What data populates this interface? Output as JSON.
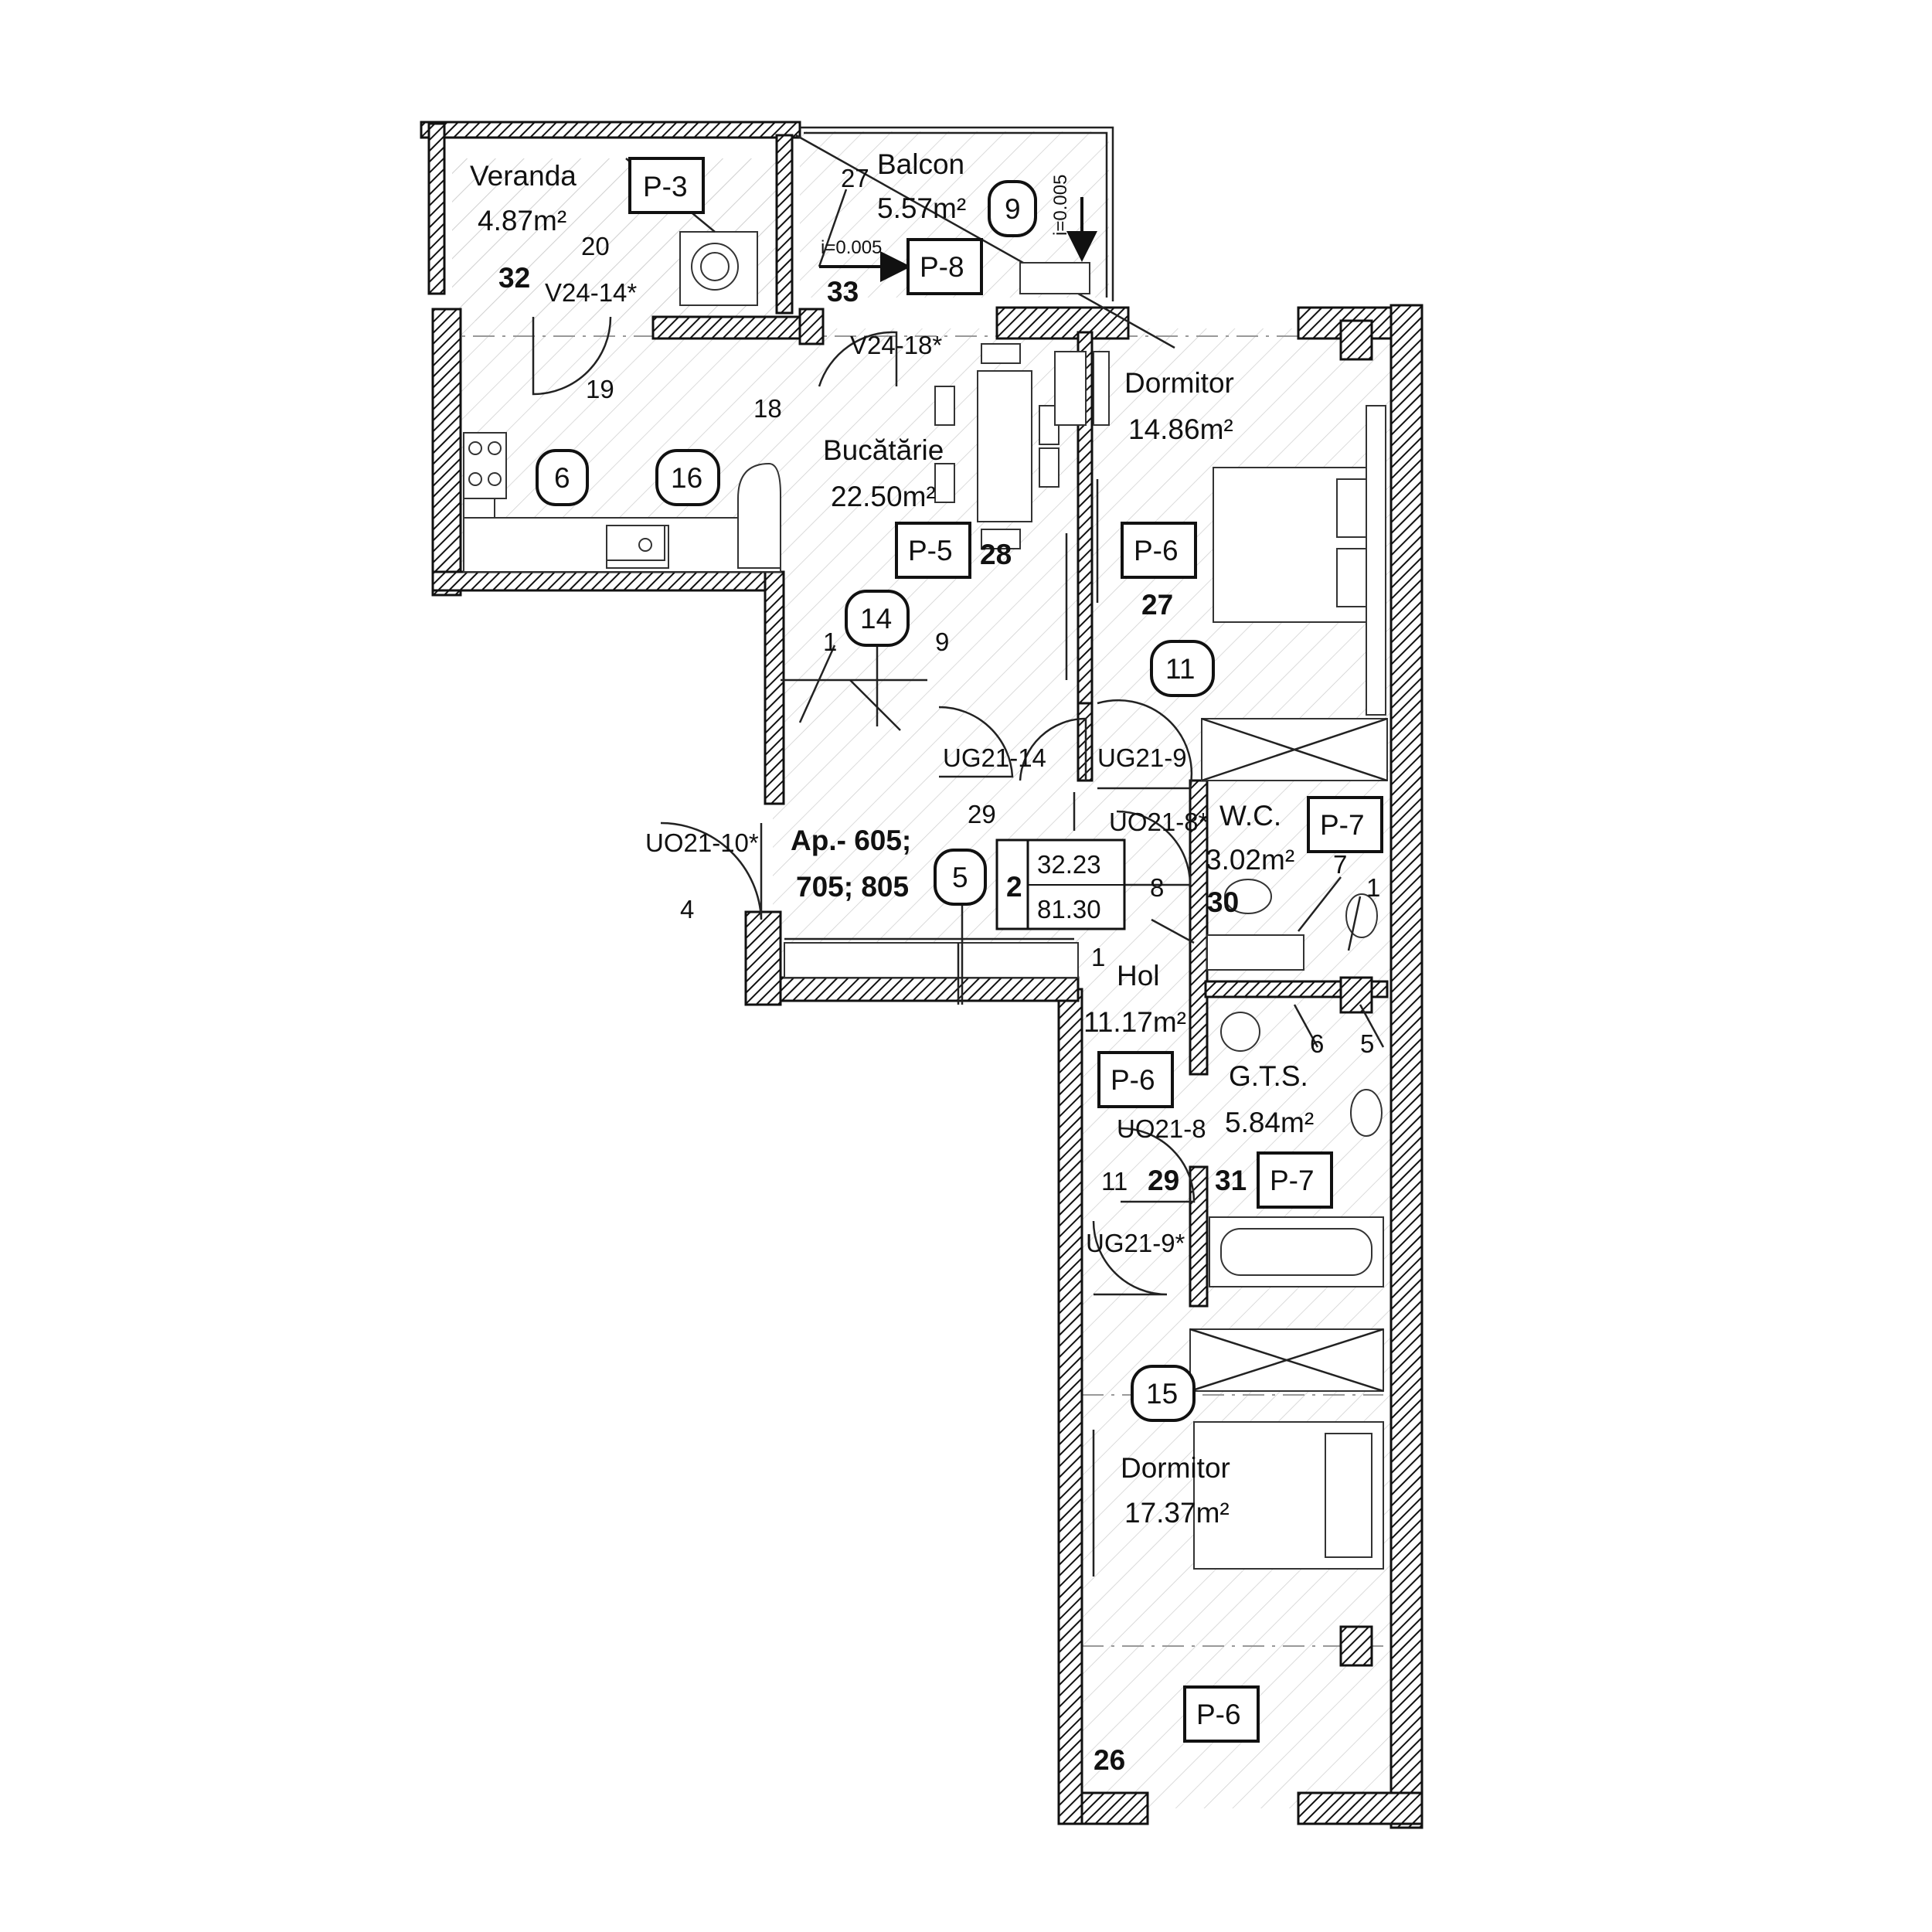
{
  "rooms": {
    "veranda": {
      "name": "Veranda",
      "area": "4.87m²"
    },
    "balcon": {
      "name": "Balcon",
      "area": "5.57m²"
    },
    "bucatarie": {
      "name": "Bucătărie",
      "area": "22.50m²"
    },
    "dormitor1": {
      "name": "Dormitor",
      "area": "14.86m²"
    },
    "wc": {
      "name": "W.C.",
      "area": "3.02m²"
    },
    "hol": {
      "name": "Hol",
      "area": "11.17m²"
    },
    "gts": {
      "name": "G.T.S.",
      "area": "5.84m²"
    },
    "dormitor2": {
      "name": "Dormitor",
      "area": "17.37m²"
    }
  },
  "apartment": {
    "line1": "Ap.- 605;",
    "line2": "705; 805",
    "rooms_count": "2",
    "living_area": "32.23",
    "total_area": "81.30"
  },
  "floor_tags": {
    "p3": "P-3",
    "p8": "P-8",
    "p5": "P-5",
    "p6a": "P-6",
    "p6b": "P-6",
    "p6c": "P-6",
    "p7a": "P-7",
    "p7b": "P-7"
  },
  "circle_tags": {
    "c9": "9",
    "c6": "6",
    "c16": "16",
    "c14": "14",
    "c11": "11",
    "c5": "5",
    "c15": "15"
  },
  "door_labels": {
    "v24_14": "V24-14*",
    "v24_18": "V24-18*",
    "ug21_14": "UG21-14",
    "ug21_9": "UG21-9",
    "uo21_10": "UO21-10*",
    "uo21_8s": "UO21-8*",
    "uo21_8": "UO21-8",
    "ug21_9s": "UG21-9*"
  },
  "slopes": {
    "slope_a": "i=0.005",
    "slope_b": "i=0.005"
  },
  "bold_numbers": {
    "n32": "32",
    "n33": "33",
    "n28": "28",
    "n27": "27",
    "n30": "30",
    "n29": "29",
    "n31": "31",
    "n26": "26"
  },
  "leader_numbers": {
    "l27": "27",
    "l20": "20",
    "l19": "19",
    "l18": "18",
    "l1a": "1",
    "l9": "9",
    "l29": "29",
    "l4": "4",
    "l8": "8",
    "l7": "7",
    "l1b": "1",
    "l1c": "1",
    "l6": "6",
    "l5": "5",
    "l11": "11"
  }
}
